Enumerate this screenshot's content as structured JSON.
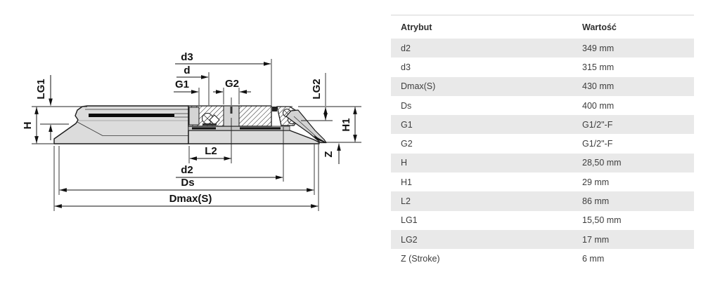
{
  "drawing": {
    "labels": {
      "d3": "d3",
      "d": "d",
      "g1": "G1",
      "g2": "G2",
      "lg1": "LG1",
      "lg2": "LG2",
      "h": "H",
      "h1": "H1",
      "l2": "L2",
      "d2": "d2",
      "ds": "Ds",
      "dmax": "Dmax(S)",
      "z": "Z"
    }
  },
  "table": {
    "headers": {
      "attribute": "Atrybut",
      "value": "Wartość"
    },
    "rows": [
      {
        "attribute": "d2",
        "value": "349 mm"
      },
      {
        "attribute": "d3",
        "value": "315 mm"
      },
      {
        "attribute": "Dmax(S)",
        "value": "430 mm"
      },
      {
        "attribute": "Ds",
        "value": "400 mm"
      },
      {
        "attribute": "G1",
        "value": "G1/2\"-F"
      },
      {
        "attribute": "G2",
        "value": "G1/2\"-F"
      },
      {
        "attribute": "H",
        "value": "28,50 mm"
      },
      {
        "attribute": "H1",
        "value": "29 mm"
      },
      {
        "attribute": "L2",
        "value": "86 mm"
      },
      {
        "attribute": "LG1",
        "value": "15,50 mm"
      },
      {
        "attribute": "LG2",
        "value": "17 mm"
      },
      {
        "attribute": "Z (Stroke)",
        "value": "6 mm"
      }
    ],
    "colors": {
      "row_alt_bg": "#e9e9e9",
      "text": "#3d3d3d",
      "top_border": "#d5d5d5"
    }
  }
}
